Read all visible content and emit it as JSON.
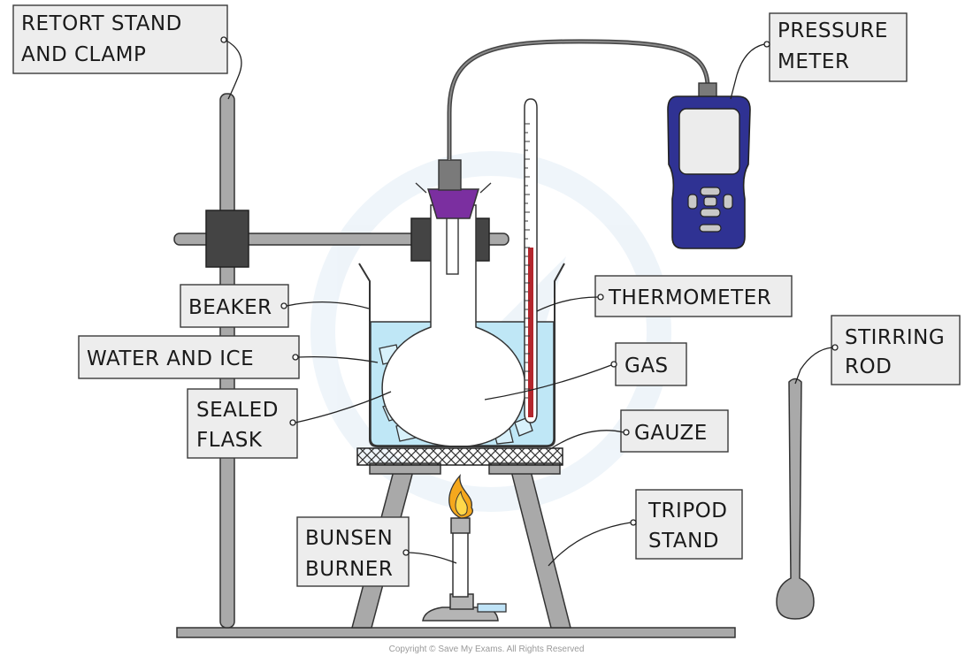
{
  "labels": {
    "retort_line1": "RETORT STAND",
    "retort_line2": "AND CLAMP",
    "pressure_line1": "PRESSURE",
    "pressure_line2": "METER",
    "beaker": "BEAKER",
    "thermometer": "THERMOMETER",
    "water_ice": "WATER AND ICE",
    "gas": "GAS",
    "sealed_line1": "SEALED",
    "sealed_line2": "FLASK",
    "gauze": "GAUZE",
    "tripod_line1": "TRIPOD",
    "tripod_line2": "STAND",
    "bunsen_line1": "BUNSEN",
    "bunsen_line2": "BURNER",
    "stirring_line1": "STIRRING",
    "stirring_line2": "ROD"
  },
  "copyright": "Copyright © Save My Exams. All Rights Reserved",
  "colors": {
    "water": "#bfe7f6",
    "stopper": "#7b2fa0",
    "meter_body": "#2f3293",
    "thermo_fluid": "#b3262d",
    "flame_outer": "#f5a81d",
    "flame_inner": "#ffd84a",
    "steel": "#a9a9a9",
    "label_box": "#ededed"
  }
}
